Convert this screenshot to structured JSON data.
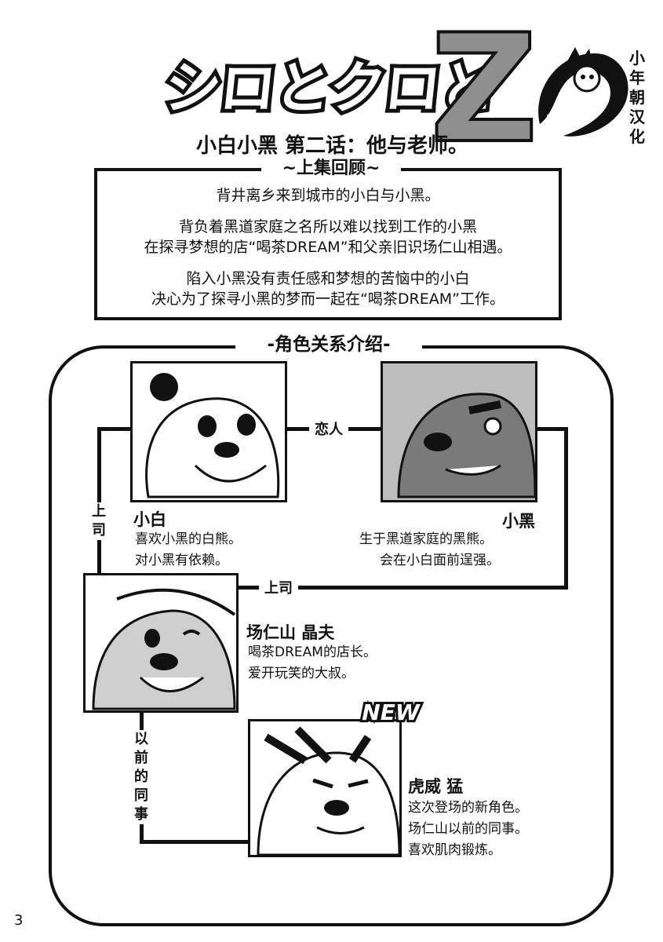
{
  "header": {
    "title_jp": "シロとクロと",
    "title_z": "Z",
    "subtitle": "小白小黑 第二话：他与老师。",
    "group_name": "小年朝汉化"
  },
  "recap": {
    "tag": "~上集回顾~",
    "lines": [
      "背井离乡来到城市的小白与小黑。",
      "背负着黑道家庭之名所以难以找到工作的小黑",
      "在探寻梦想的店“喝茶DREAM”和父亲旧识场仁山相遇。",
      "陷入小黑没有责任感和梦想的苦恼中的小白",
      "决心为了探寻小黑的梦而一起在“喝茶DREAM”工作。"
    ]
  },
  "relations": {
    "tag": "-角色关系介绍-",
    "labels": {
      "lovers": "恋人",
      "boss_left": "上司",
      "boss_middle": "上司",
      "former_colleague": "以前的同事"
    },
    "characters": [
      {
        "name": "小白",
        "desc": [
          "喜欢小黑的白熊。",
          "对小黑有依赖。"
        ]
      },
      {
        "name": "小黑",
        "desc": [
          "生于黑道家庭的黑熊。",
          "会在小白面前逞强。"
        ]
      },
      {
        "name": "场仁山 晶夫",
        "desc": [
          "喝茶DREAM的店长。",
          "爱开玩笑的大叔。"
        ]
      },
      {
        "name": "虎威 猛",
        "desc": [
          "这次登场的新角色。",
          "场仁山以前的同事。",
          "喜欢肌肉锻炼。"
        ]
      }
    ],
    "new_badge": "NEW"
  },
  "footer": {
    "page_number": "3"
  }
}
